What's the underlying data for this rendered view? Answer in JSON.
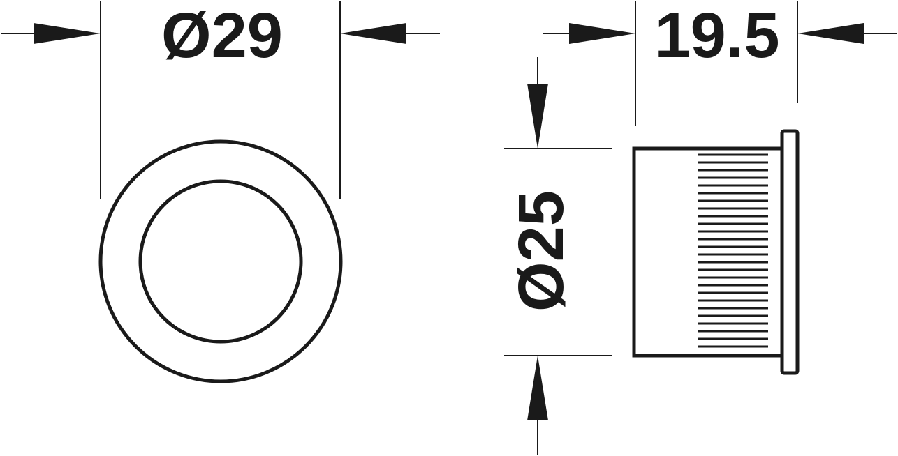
{
  "dimensions": {
    "outer_diameter": "Ø29",
    "length": "19.5",
    "inner_diameter": "Ø25"
  },
  "colors": {
    "ink": "#1a1a1a",
    "background": "#ffffff"
  }
}
